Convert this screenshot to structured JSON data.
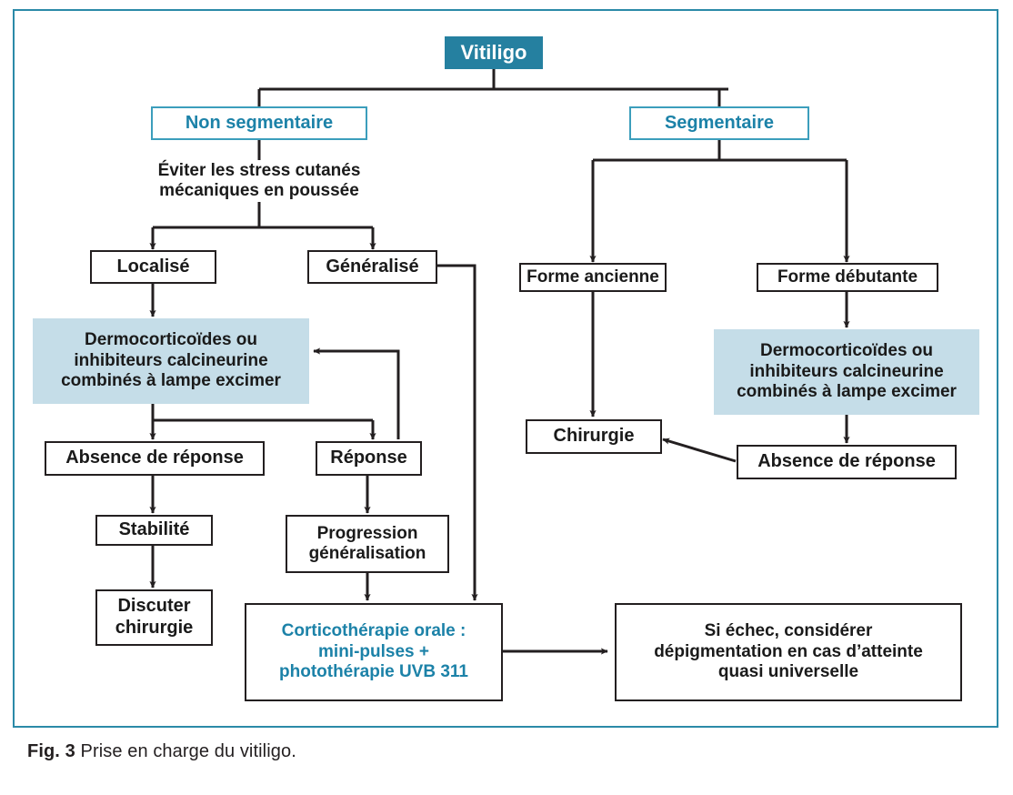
{
  "figure": {
    "caption_label": "Fig. 3",
    "caption_text": "Prise en charge du vitiligo.",
    "frame_color": "#2b8aa8"
  },
  "colors": {
    "teal_fill": "#2580a0",
    "teal_outline": "#3c9ebc",
    "teal_text": "#1c82a8",
    "light_blue_fill": "#c5dde8",
    "line": "#231f20",
    "text": "#1a1a1a"
  },
  "chart_data": {
    "type": "diagram",
    "title": "Prise en charge du vitiligo",
    "nodes": [
      {
        "id": "vitiligo",
        "label": "Vitiligo",
        "style": "teal-fill"
      },
      {
        "id": "non_segmentaire",
        "label": "Non segmentaire",
        "style": "teal-outline"
      },
      {
        "id": "segmentaire",
        "label": "Segmentaire",
        "style": "teal-outline"
      },
      {
        "id": "eviter",
        "label": "Éviter les stress cutanés\nmécaniques en poussée",
        "style": "bare"
      },
      {
        "id": "localise",
        "label": "Localisé",
        "style": "plain"
      },
      {
        "id": "generalise",
        "label": "Généralisé",
        "style": "plain"
      },
      {
        "id": "forme_ancienne",
        "label": "Forme ancienne",
        "style": "plain"
      },
      {
        "id": "forme_debutante",
        "label": "Forme débutante",
        "style": "plain"
      },
      {
        "id": "dermo_left",
        "label": "Dermocorticoïdes ou\ninhibiteurs calcineurine\ncombinés à lampe excimer",
        "style": "blue-fill"
      },
      {
        "id": "dermo_right",
        "label": "Dermocorticoïdes ou\ninhibiteurs calcineurine\ncombinés à lampe excimer",
        "style": "blue-fill"
      },
      {
        "id": "absence_left",
        "label": "Absence de réponse",
        "style": "plain"
      },
      {
        "id": "reponse",
        "label": "Réponse",
        "style": "plain"
      },
      {
        "id": "stabilite",
        "label": "Stabilité",
        "style": "plain"
      },
      {
        "id": "progression",
        "label": "Progression\ngénéralisation",
        "style": "plain"
      },
      {
        "id": "discuter",
        "label": "Discuter\nchirurgie",
        "style": "plain"
      },
      {
        "id": "cortico",
        "label": "Corticothérapie orale :\nmini-pulses +\nphotothérapie UVB 311",
        "style": "teal-text"
      },
      {
        "id": "chirurgie",
        "label": "Chirurgie",
        "style": "plain"
      },
      {
        "id": "absence_right",
        "label": "Absence de réponse",
        "style": "plain"
      },
      {
        "id": "echec",
        "label": "Si échec, considérer\ndépigmentation en cas d’atteinte\nquasi universelle",
        "style": "plain"
      }
    ],
    "edges": [
      {
        "from": "vitiligo",
        "to": "non_segmentaire"
      },
      {
        "from": "vitiligo",
        "to": "segmentaire"
      },
      {
        "from": "non_segmentaire",
        "to": "eviter"
      },
      {
        "from": "eviter",
        "to": "localise"
      },
      {
        "from": "eviter",
        "to": "generalise"
      },
      {
        "from": "segmentaire",
        "to": "forme_ancienne"
      },
      {
        "from": "segmentaire",
        "to": "forme_debutante"
      },
      {
        "from": "localise",
        "to": "dermo_left"
      },
      {
        "from": "generalise",
        "to": "cortico"
      },
      {
        "from": "dermo_left",
        "to": "absence_left"
      },
      {
        "from": "dermo_left",
        "to": "reponse"
      },
      {
        "from": "reponse",
        "to": "dermo_left"
      },
      {
        "from": "absence_left",
        "to": "stabilite"
      },
      {
        "from": "reponse",
        "to": "progression"
      },
      {
        "from": "stabilite",
        "to": "discuter"
      },
      {
        "from": "progression",
        "to": "cortico"
      },
      {
        "from": "cortico",
        "to": "echec"
      },
      {
        "from": "forme_ancienne",
        "to": "chirurgie"
      },
      {
        "from": "forme_debutante",
        "to": "dermo_right"
      },
      {
        "from": "dermo_right",
        "to": "absence_right"
      },
      {
        "from": "absence_right",
        "to": "chirurgie"
      }
    ]
  },
  "nodes": {
    "vitiligo": {
      "label": "Vitiligo"
    },
    "non_segmentaire": {
      "label": "Non segmentaire"
    },
    "segmentaire": {
      "label": "Segmentaire"
    },
    "eviter": {
      "line1": "Éviter les stress cutanés",
      "line2": "mécaniques en poussée"
    },
    "localise": {
      "label": "Localisé"
    },
    "generalise": {
      "label": "Généralisé"
    },
    "forme_ancienne": {
      "label": "Forme ancienne"
    },
    "forme_debutante": {
      "label": "Forme débutante"
    },
    "dermo_left": {
      "line1": "Dermocorticoïdes ou",
      "line2": "inhibiteurs calcineurine",
      "line3": "combinés à lampe excimer"
    },
    "dermo_right": {
      "line1": "Dermocorticoïdes ou",
      "line2": "inhibiteurs calcineurine",
      "line3": "combinés à lampe excimer"
    },
    "absence_left": {
      "label": "Absence de réponse"
    },
    "reponse": {
      "label": "Réponse"
    },
    "stabilite": {
      "label": "Stabilité"
    },
    "progression": {
      "line1": "Progression",
      "line2": "généralisation"
    },
    "discuter": {
      "line1": "Discuter",
      "line2": "chirurgie"
    },
    "cortico": {
      "line1": "Corticothérapie orale :",
      "line2": "mini-pulses +",
      "line3": "photothérapie UVB 311"
    },
    "chirurgie": {
      "label": "Chirurgie"
    },
    "absence_right": {
      "label": "Absence de réponse"
    },
    "echec": {
      "line1": "Si échec, considérer",
      "line2": "dépigmentation en cas d’atteinte",
      "line3": "quasi universelle"
    }
  }
}
